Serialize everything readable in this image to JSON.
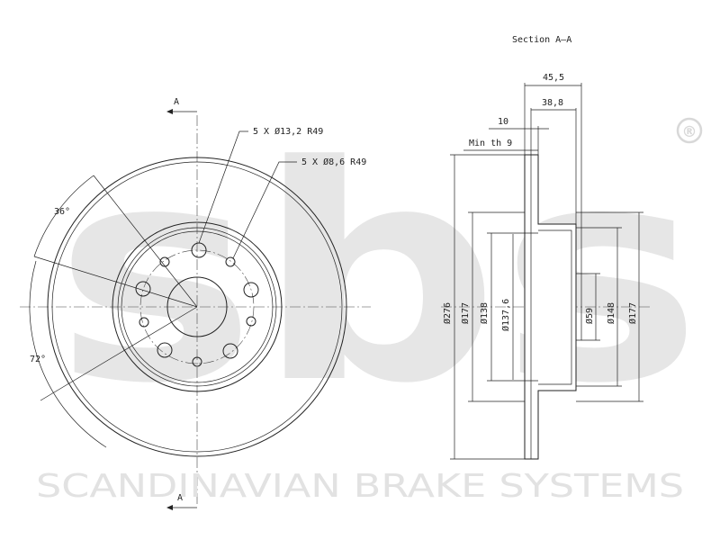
{
  "brand": {
    "watermark": "sbs",
    "registered": "®",
    "footer_text": "SCANDINAVIAN BRAKE SYSTEMS",
    "watermark_color": "#e6e6e6"
  },
  "front_view": {
    "section_marker_top": "A",
    "section_marker_bottom": "A",
    "callout_bolt_holes": "5 X Ø13,2 R49",
    "callout_small_holes": "5 X Ø8,6 R49",
    "angle_1": "36°",
    "angle_2": "72°"
  },
  "section_view": {
    "title": "Section A–A",
    "dim_overall_height": "45,5",
    "dim_hat_depth": "38,8",
    "dim_thickness": "10",
    "dim_min_thickness": "Min th 9",
    "dia_outer": "Ø276",
    "dia_177_left": "Ø177",
    "dia_138": "Ø138",
    "dia_137_6": "Ø137,6",
    "dia_59": "Ø59",
    "dia_148": "Ø148",
    "dia_177_right": "Ø177"
  }
}
